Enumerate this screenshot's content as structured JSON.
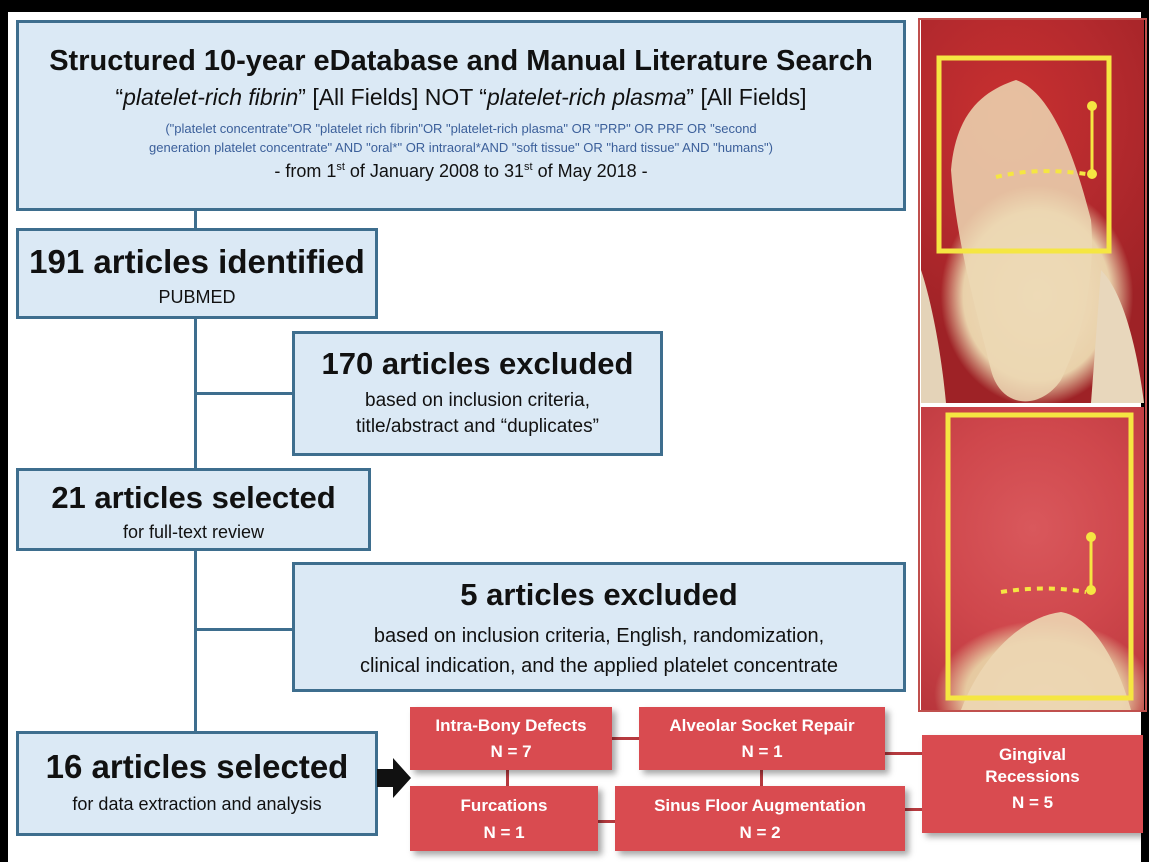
{
  "search_box": {
    "title": "Structured 10-year eDatabase and Manual Literature Search",
    "query_term1": "platelet-rich fibrin",
    "query_mid": "[All Fields] NOT",
    "query_term2": "platelet-rich plasma",
    "query_end": "[All Fields]",
    "detail_line1": "(\"platelet concentrate\"OR \"platelet rich fibrin\"OR \"platelet-rich plasma\" OR \"PRP\" OR PRF OR \"second",
    "detail_line2": "generation platelet concentrate\" AND \"oral*\" OR intraoral*AND \"soft tissue\" OR \"hard tissue\" AND \"humans\")",
    "date_prefix": "- from 1",
    "date_sup1": "st",
    "date_mid": " of January 2008 to 31",
    "date_sup2": "st",
    "date_suffix": " of May 2018 -"
  },
  "identified": {
    "title": "191 articles identified",
    "subtitle": "PUBMED"
  },
  "excluded_1": {
    "title": "170 articles excluded",
    "line1": "based on inclusion criteria,",
    "line2": "title/abstract and “duplicates”"
  },
  "selected_1": {
    "title": "21 articles selected",
    "subtitle": "for full-text review"
  },
  "excluded_2": {
    "title": "5 articles excluded",
    "line1": "based on inclusion criteria, English, randomization,",
    "line2": "clinical indication, and the applied platelet concentrate"
  },
  "selected_2": {
    "title": "16 articles selected",
    "subtitle": "for data extraction and analysis"
  },
  "categories": [
    {
      "name": "Intra-Bony Defects",
      "n": "N = 7"
    },
    {
      "name": "Alveolar Socket Repair",
      "n": "N = 1"
    },
    {
      "name": "Furcations",
      "n": "N = 1"
    },
    {
      "name": "Sinus Floor Augmentation",
      "n": "N = 2"
    },
    {
      "name_line1": "Gingival",
      "name_line2": "Recessions",
      "n": "N = 5"
    }
  ],
  "colors": {
    "box_fill": "#dbe9f5",
    "box_border": "#3e6e8e",
    "category_fill": "#d94b50",
    "marker_yellow": "#f5e642"
  }
}
